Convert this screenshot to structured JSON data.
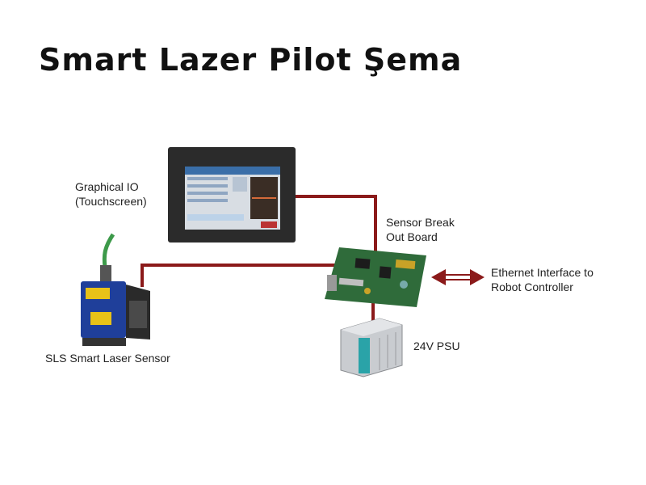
{
  "title": "Smart Lazer Pilot Şema",
  "labels": {
    "graphical_io_line1": "Graphical IO",
    "graphical_io_line2": "(Touchscreen)",
    "sensor_break_line1": "Sensor Break",
    "sensor_break_line2": "Out Board",
    "ethernet_line1": "Ethernet Interface to",
    "ethernet_line2": "Robot Controller",
    "psu": "24V PSU",
    "sls": "SLS Smart Laser Sensor"
  },
  "colors": {
    "cable": "#8b1a1a",
    "board": "#2f6b3a",
    "screen_frame": "#2b2b2b",
    "screen_ui": "#3a6ea8",
    "sensor_body": "#1f3f9a",
    "psu_body": "#c9ccd0",
    "psu_panel": "#2aa3a8",
    "sensor_cable": "#3d9a4a"
  }
}
